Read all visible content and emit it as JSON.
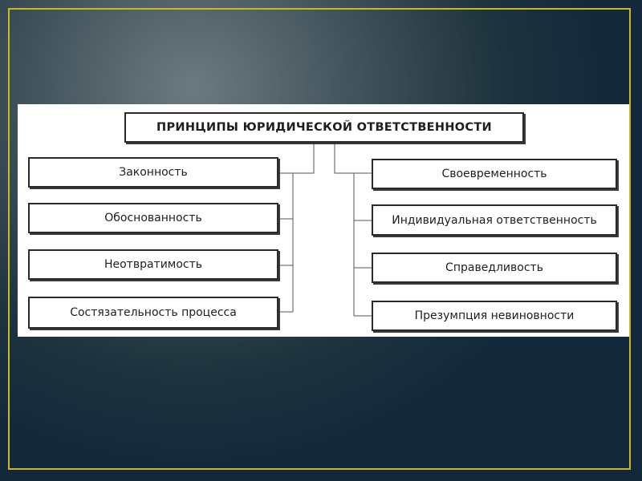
{
  "diagram": {
    "title": "ПРИНЦИПЫ ЮРИДИЧЕСКОЙ ОТВЕТСТВЕННОСТИ",
    "left_items": [
      "Законность",
      "Обоснованность",
      "Неотвратимость",
      "Состязательность процесса"
    ],
    "right_items": [
      "Своевременность",
      "Индивидуальная ответственность",
      "Справедливость",
      "Презумпция невиновности"
    ]
  },
  "colors": {
    "frame": "#c8b828",
    "background": "#1d323d",
    "box_border": "#2a2a2a"
  }
}
